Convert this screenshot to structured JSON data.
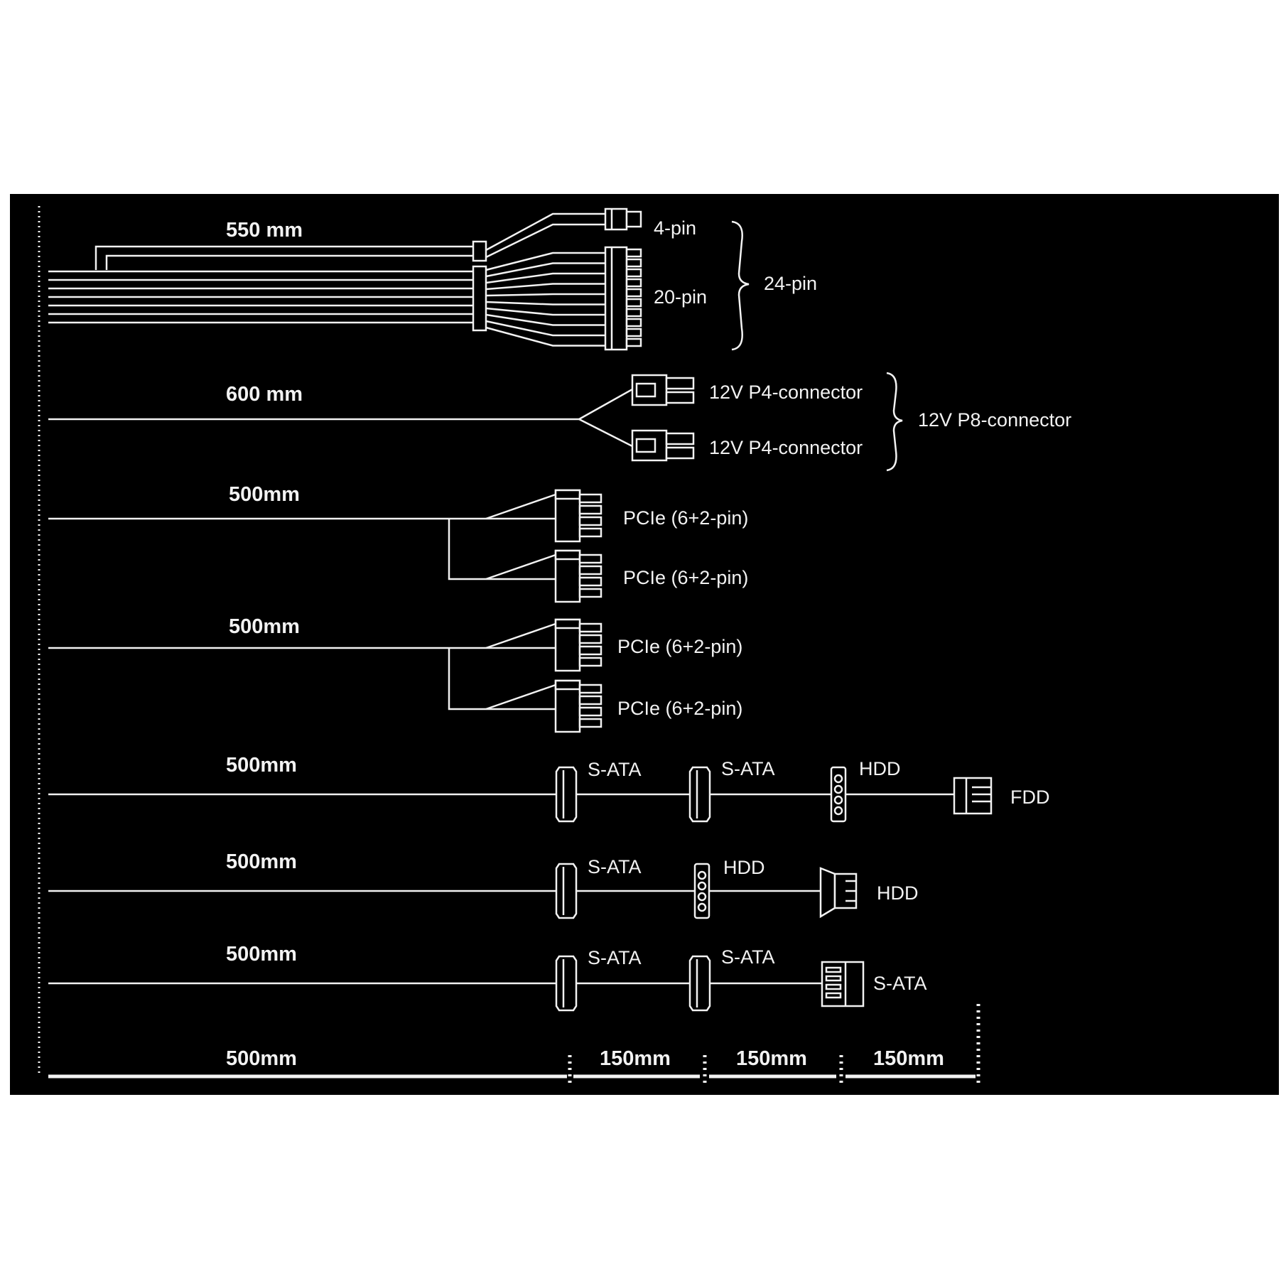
{
  "colors": {
    "background": "#000000",
    "line": "#f2f2f2",
    "page": "#ffffff"
  },
  "cables": {
    "atx": {
      "length": "550 mm",
      "pin4": "4-pin",
      "pin20": "20-pin",
      "pin24": "24-pin"
    },
    "cpu": {
      "length": "600 mm",
      "p4a": "12V P4-connector",
      "p4b": "12V P4-connector",
      "p8": "12V P8-connector"
    },
    "pcie1": {
      "length": "500mm",
      "a": "PCIe (6+2-pin)",
      "b": "PCIe (6+2-pin)"
    },
    "pcie2": {
      "length": "500mm",
      "a": "PCIe (6+2-pin)",
      "b": "PCIe (6+2-pin)"
    },
    "periph1": {
      "length": "500mm",
      "c1": "S-ATA",
      "c2": "S-ATA",
      "c3": "HDD",
      "c4": "FDD"
    },
    "periph2": {
      "length": "500mm",
      "c1": "S-ATA",
      "c2": "HDD",
      "c3": "HDD"
    },
    "periph3": {
      "length": "500mm",
      "c1": "S-ATA",
      "c2": "S-ATA",
      "c3": "S-ATA"
    }
  },
  "scale": {
    "base": "500mm",
    "seg1": "150mm",
    "seg2": "150mm",
    "seg3": "150mm"
  }
}
